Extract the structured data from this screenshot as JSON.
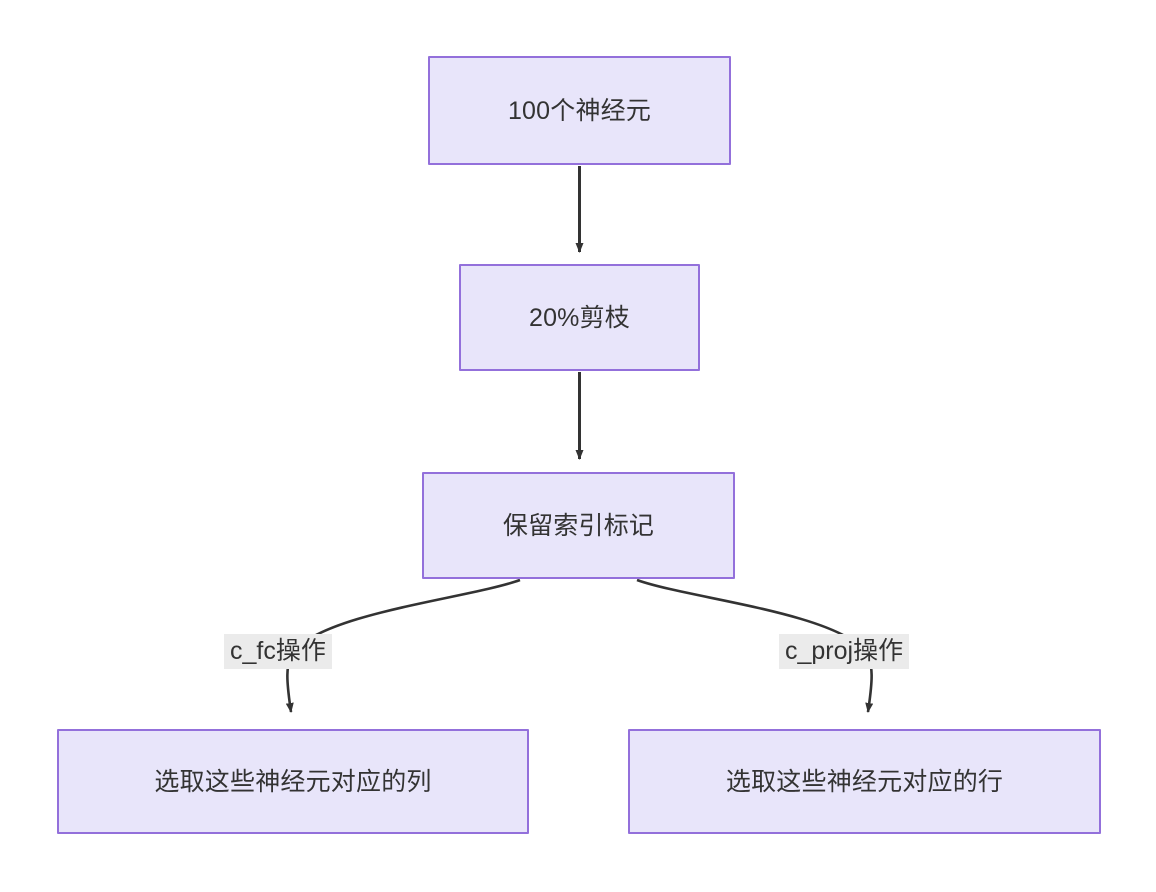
{
  "diagram": {
    "type": "flowchart",
    "direction": "top-down",
    "colors": {
      "node_fill": "#e8e5fa",
      "node_border": "#9370db",
      "node_text": "#333333",
      "edge_stroke": "#333333",
      "edge_label_background": "#ebebeb",
      "canvas_background": "#ffffff"
    },
    "nodes": [
      {
        "id": "neurons",
        "label": "100个神经元"
      },
      {
        "id": "prune",
        "label": "20%剪枝"
      },
      {
        "id": "keep_index",
        "label": "保留索引标记"
      },
      {
        "id": "select_cols",
        "label": "选取这些神经元对应的列"
      },
      {
        "id": "select_rows",
        "label": "选取这些神经元对应的行"
      }
    ],
    "edges": [
      {
        "from": "neurons",
        "to": "prune",
        "label": ""
      },
      {
        "from": "prune",
        "to": "keep_index",
        "label": ""
      },
      {
        "from": "keep_index",
        "to": "select_cols",
        "label": "c_fc操作"
      },
      {
        "from": "keep_index",
        "to": "select_rows",
        "label": "c_proj操作"
      }
    ]
  }
}
